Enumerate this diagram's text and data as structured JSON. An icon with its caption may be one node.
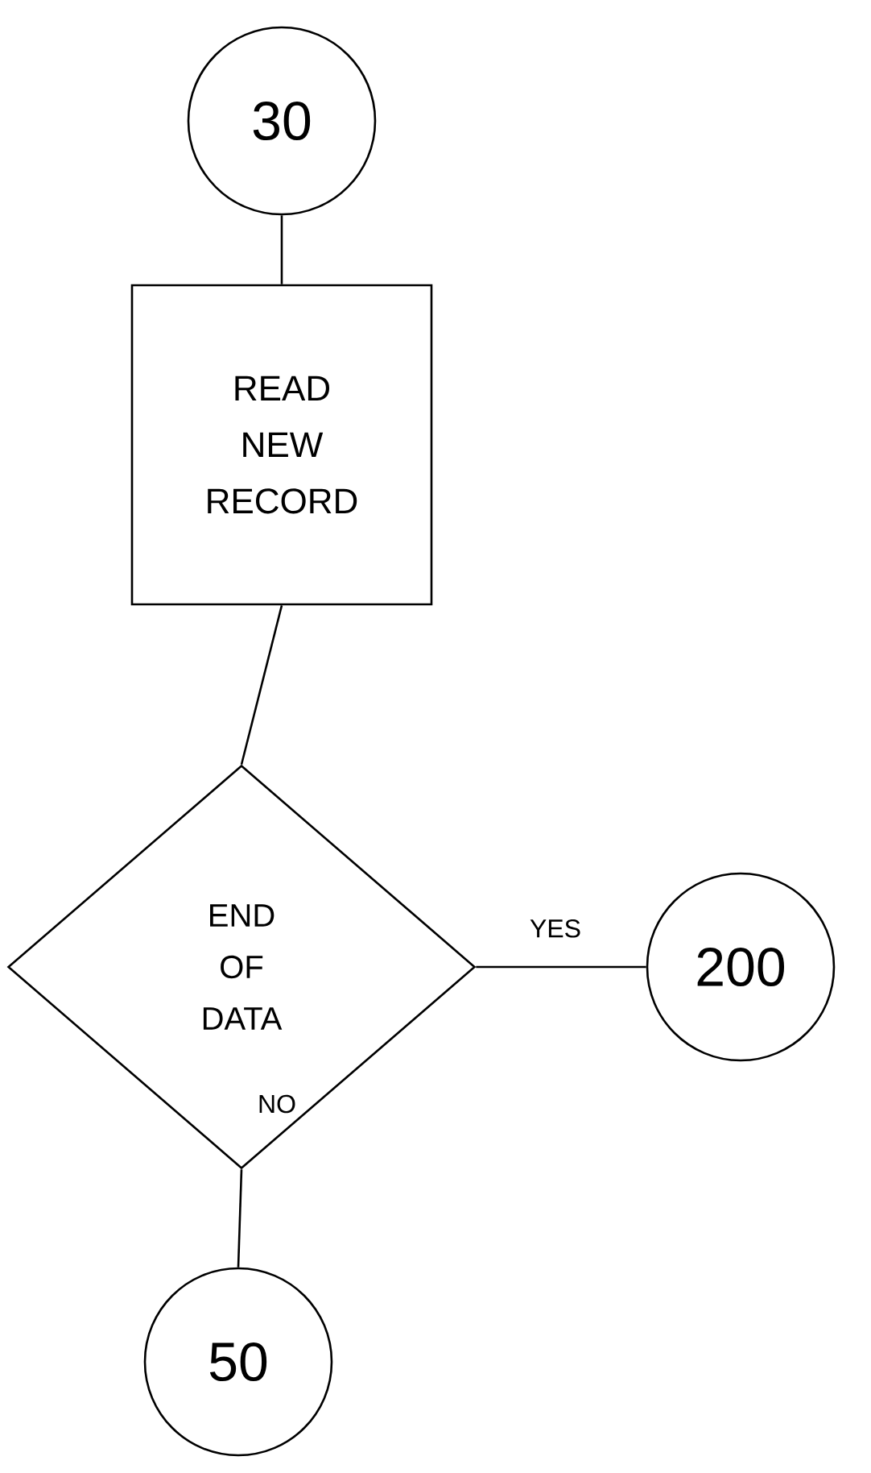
{
  "diagram": {
    "nodes": [
      {
        "text": [
          "30"
        ]
      },
      {
        "text": [
          "READ NEW RECORD"
        ]
      },
      {
        "text": [
          "END OF DATA"
        ]
      },
      {
        "text": [
          "200"
        ]
      },
      {
        "text": [
          "50"
        ]
      }
    ],
    "edges": [
      {
        "from": 0,
        "to": 1,
        "arrow": "none"
      },
      {
        "from": 1,
        "to": 2,
        "arrow": "none"
      },
      {
        "from": 2,
        "to": 3,
        "arrow": "none",
        "label": "YES"
      },
      {
        "from": 2,
        "to": 4,
        "arrow": "none",
        "label": "NO"
      }
    ]
  }
}
